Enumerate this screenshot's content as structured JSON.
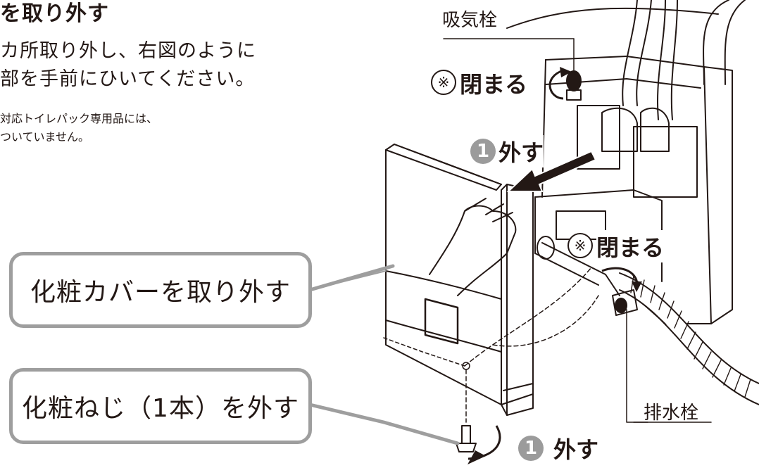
{
  "instructions": {
    "heading": "を取り外す",
    "line1": "カ所取り外し、右図のように",
    "line2": "部を手前にひいてください。",
    "note1": "対応トイレパック専用品には、",
    "note2": "ついていません。"
  },
  "callouts": {
    "remove_cover": "化粧カバーを取り外す",
    "remove_screw": "化粧ねじ（1本）を外す"
  },
  "diagram": {
    "intake_valve_label": "吸気栓",
    "drain_valve_label": "排水栓",
    "asterisk_mark": "※",
    "close_label": "閉まる",
    "step_number": "1",
    "remove_label": "外す"
  }
}
